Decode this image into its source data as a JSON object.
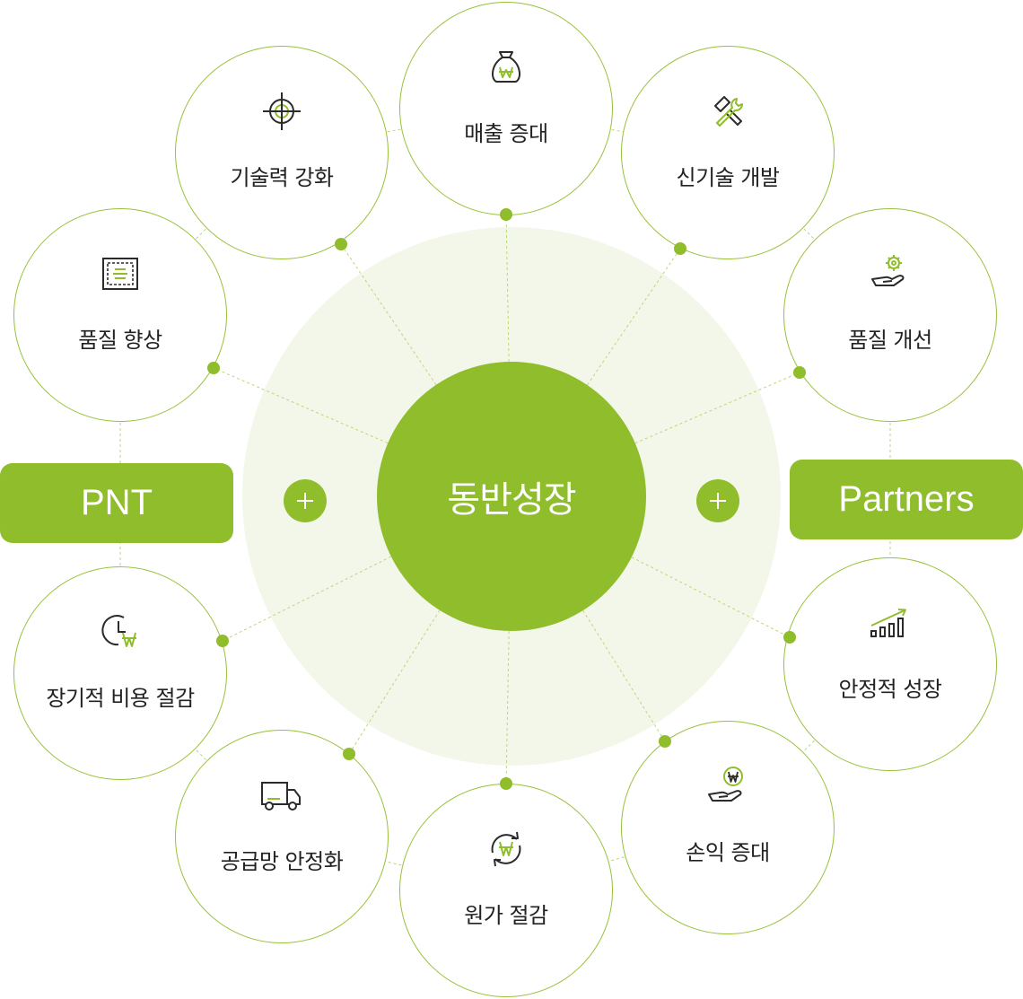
{
  "diagram": {
    "center": {
      "label": "동반성장"
    },
    "left_side": {
      "label": "PNT"
    },
    "right_side": {
      "label": "Partners"
    },
    "colors": {
      "accent": "#8fbd2b",
      "outline": "#97c23a",
      "halo": "#f3f7ea",
      "text": "#222222"
    },
    "nodes": [
      {
        "id": "sales",
        "label": "매출 증대",
        "icon": "money-bag-icon"
      },
      {
        "id": "newtech",
        "label": "신기술 개발",
        "icon": "tools-icon"
      },
      {
        "id": "quality_improve",
        "label": "품질 개선",
        "icon": "gear-hand-icon"
      },
      {
        "id": "stable_growth",
        "label": "안정적 성장",
        "icon": "growth-chart-icon"
      },
      {
        "id": "profit",
        "label": "손익 증대",
        "icon": "coin-hand-icon"
      },
      {
        "id": "cost_cut",
        "label": "원가 절감",
        "icon": "cycle-won-icon"
      },
      {
        "id": "supply",
        "label": "공급망 안정화",
        "icon": "truck-icon"
      },
      {
        "id": "long_term_cost",
        "label": "장기적 비용 절감",
        "icon": "clock-won-icon"
      },
      {
        "id": "quality_up",
        "label": "품질 향상",
        "icon": "frame-icon"
      },
      {
        "id": "tech_up",
        "label": "기술력 강화",
        "icon": "target-icon"
      }
    ]
  }
}
